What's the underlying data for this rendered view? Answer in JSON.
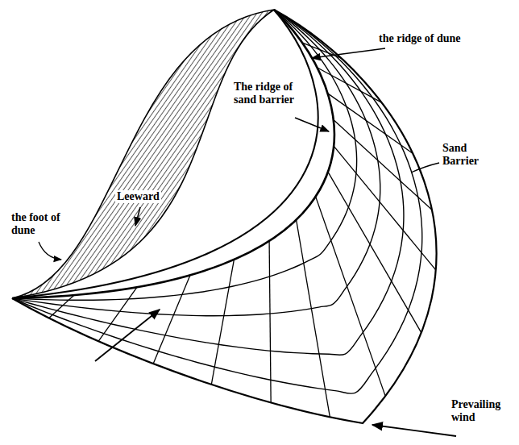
{
  "diagram": {
    "labels": [
      "the ridge of dune",
      "The ridge of sand barrier",
      "Sand Barrier",
      "Leeward",
      "the foot of dune",
      "Prevailing wind"
    ]
  }
}
